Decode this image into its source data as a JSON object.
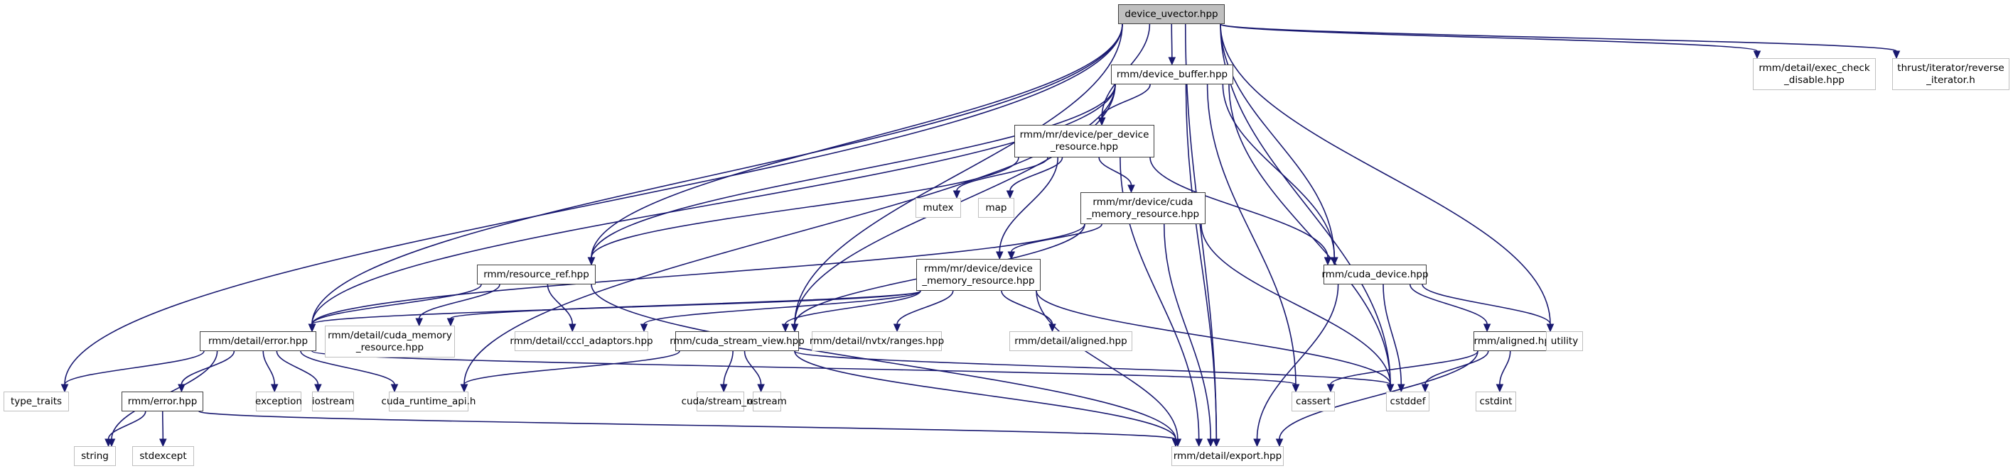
{
  "graph": {
    "title": "device_uvector.hpp",
    "colors": {
      "edge": "#191970",
      "root_fill": "#bfbfbf",
      "internal_border": "#404040",
      "external_border": "#bfbfbf"
    },
    "nodes": {
      "device_uvector": {
        "label": "device_uvector.hpp",
        "kind": "root"
      },
      "device_buffer": {
        "label": "rmm/device_buffer.hpp",
        "kind": "internal"
      },
      "exec_check_disable": {
        "label": "rmm/detail/exec_check\n_disable.hpp",
        "kind": "external"
      },
      "reverse_iterator": {
        "label": "thrust/iterator/reverse\n_iterator.h",
        "kind": "external"
      },
      "per_device_resource": {
        "label": "rmm/mr/device/per_device\n_resource.hpp",
        "kind": "internal"
      },
      "mutex": {
        "label": "mutex",
        "kind": "external"
      },
      "map": {
        "label": "map",
        "kind": "external"
      },
      "cuda_memory_resource": {
        "label": "rmm/mr/device/cuda\n_memory_resource.hpp",
        "kind": "internal"
      },
      "resource_ref": {
        "label": "rmm/resource_ref.hpp",
        "kind": "internal"
      },
      "device_memory_resource": {
        "label": "rmm/mr/device/device\n_memory_resource.hpp",
        "kind": "internal"
      },
      "cuda_device": {
        "label": "rmm/cuda_device.hpp",
        "kind": "internal"
      },
      "detail_error": {
        "label": "rmm/detail/error.hpp",
        "kind": "internal"
      },
      "detail_cuda_memory_resource": {
        "label": "rmm/detail/cuda_memory\n_resource.hpp",
        "kind": "external"
      },
      "cccl_adaptors": {
        "label": "rmm/detail/cccl_adaptors.hpp",
        "kind": "external"
      },
      "cuda_stream_view": {
        "label": "rmm/cuda_stream_view.hpp",
        "kind": "internal"
      },
      "nvtx_ranges": {
        "label": "rmm/detail/nvtx/ranges.hpp",
        "kind": "external"
      },
      "detail_aligned": {
        "label": "rmm/detail/aligned.hpp",
        "kind": "external"
      },
      "aligned": {
        "label": "rmm/aligned.hpp",
        "kind": "internal"
      },
      "utility": {
        "label": "utility",
        "kind": "external"
      },
      "type_traits": {
        "label": "type_traits",
        "kind": "external"
      },
      "error": {
        "label": "rmm/error.hpp",
        "kind": "internal"
      },
      "exception": {
        "label": "exception",
        "kind": "external"
      },
      "iostream": {
        "label": "iostream",
        "kind": "external"
      },
      "cuda_runtime_api": {
        "label": "cuda_runtime_api.h",
        "kind": "external"
      },
      "stream_ref": {
        "label": "cuda/stream_ref",
        "kind": "external"
      },
      "ostream": {
        "label": "ostream",
        "kind": "external"
      },
      "cassert": {
        "label": "cassert",
        "kind": "external"
      },
      "cstddef": {
        "label": "cstddef",
        "kind": "external"
      },
      "cstdint": {
        "label": "cstdint",
        "kind": "external"
      },
      "string": {
        "label": "string",
        "kind": "external"
      },
      "stdexcept": {
        "label": "stdexcept",
        "kind": "external"
      },
      "export": {
        "label": "rmm/detail/export.hpp",
        "kind": "external"
      }
    },
    "edges": [
      [
        "device_uvector",
        "device_buffer"
      ],
      [
        "device_uvector",
        "exec_check_disable"
      ],
      [
        "device_uvector",
        "reverse_iterator"
      ],
      [
        "device_uvector",
        "per_device_resource"
      ],
      [
        "device_uvector",
        "resource_ref"
      ],
      [
        "device_uvector",
        "detail_error"
      ],
      [
        "device_uvector",
        "cuda_stream_view"
      ],
      [
        "device_uvector",
        "cuda_device"
      ],
      [
        "device_uvector",
        "type_traits"
      ],
      [
        "device_uvector",
        "utility"
      ],
      [
        "device_uvector",
        "cstddef"
      ],
      [
        "device_uvector",
        "export"
      ],
      [
        "device_buffer",
        "per_device_resource"
      ],
      [
        "device_buffer",
        "resource_ref"
      ],
      [
        "device_buffer",
        "detail_error"
      ],
      [
        "device_buffer",
        "cuda_stream_view"
      ],
      [
        "device_buffer",
        "cuda_device"
      ],
      [
        "device_buffer",
        "cuda_runtime_api"
      ],
      [
        "device_buffer",
        "cassert"
      ],
      [
        "device_buffer",
        "cstddef"
      ],
      [
        "device_buffer",
        "export"
      ],
      [
        "per_device_resource",
        "mutex"
      ],
      [
        "per_device_resource",
        "map"
      ],
      [
        "per_device_resource",
        "cuda_memory_resource"
      ],
      [
        "per_device_resource",
        "device_memory_resource"
      ],
      [
        "per_device_resource",
        "resource_ref"
      ],
      [
        "per_device_resource",
        "cuda_device"
      ],
      [
        "per_device_resource",
        "export"
      ],
      [
        "cuda_memory_resource",
        "device_memory_resource"
      ],
      [
        "cuda_memory_resource",
        "detail_error"
      ],
      [
        "cuda_memory_resource",
        "cuda_stream_view"
      ],
      [
        "cuda_memory_resource",
        "cstddef"
      ],
      [
        "cuda_memory_resource",
        "export"
      ],
      [
        "resource_ref",
        "detail_error"
      ],
      [
        "resource_ref",
        "detail_cuda_memory_resource"
      ],
      [
        "resource_ref",
        "cccl_adaptors"
      ],
      [
        "resource_ref",
        "export"
      ],
      [
        "device_memory_resource",
        "detail_error"
      ],
      [
        "device_memory_resource",
        "detail_cuda_memory_resource"
      ],
      [
        "device_memory_resource",
        "cccl_adaptors"
      ],
      [
        "device_memory_resource",
        "cuda_stream_view"
      ],
      [
        "device_memory_resource",
        "nvtx_ranges"
      ],
      [
        "device_memory_resource",
        "detail_aligned"
      ],
      [
        "device_memory_resource",
        "cstddef"
      ],
      [
        "device_memory_resource",
        "export"
      ],
      [
        "cuda_device",
        "aligned"
      ],
      [
        "cuda_device",
        "utility"
      ],
      [
        "cuda_device",
        "cstddef"
      ],
      [
        "cuda_device",
        "export"
      ],
      [
        "aligned",
        "cassert"
      ],
      [
        "aligned",
        "cstddef"
      ],
      [
        "aligned",
        "cstdint"
      ],
      [
        "aligned",
        "export"
      ],
      [
        "detail_error",
        "error"
      ],
      [
        "detail_error",
        "type_traits"
      ],
      [
        "detail_error",
        "string"
      ],
      [
        "detail_error",
        "exception"
      ],
      [
        "detail_error",
        "iostream"
      ],
      [
        "detail_error",
        "cuda_runtime_api"
      ],
      [
        "detail_error",
        "cassert"
      ],
      [
        "error",
        "string"
      ],
      [
        "error",
        "stdexcept"
      ],
      [
        "error",
        "export"
      ],
      [
        "cuda_stream_view",
        "cuda_runtime_api"
      ],
      [
        "cuda_stream_view",
        "stream_ref"
      ],
      [
        "cuda_stream_view",
        "ostream"
      ],
      [
        "cuda_stream_view",
        "cstddef"
      ],
      [
        "cuda_stream_view",
        "export"
      ]
    ]
  }
}
